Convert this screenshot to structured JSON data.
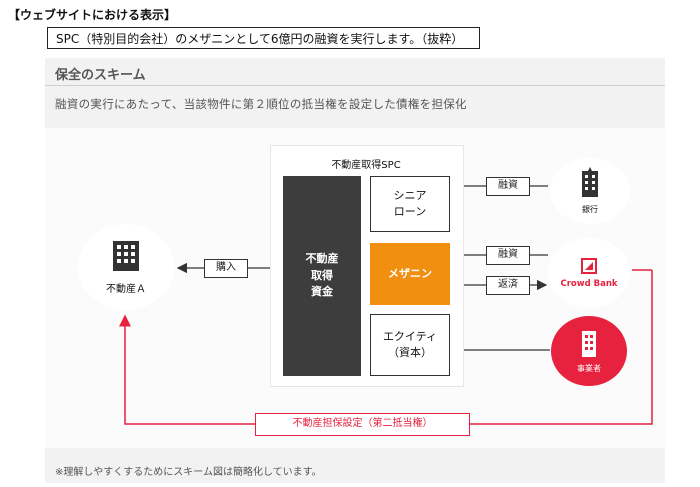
{
  "page": {
    "heading": "【ウェブサイトにおける表示】",
    "caption": "SPC（特別目的会社）のメザニンとして6億円の融資を実行します。（抜粋）"
  },
  "scheme": {
    "title": "保全のスキーム",
    "subtitle": "融資の実行にあたって、当該物件に第２順位の抵当権を設定した債権を担保化",
    "footnote": "※理解しやすくするためにスキーム図は簡略化しています。"
  },
  "spc": {
    "title": "不動産取得SPC",
    "fund_label": "不動産\n取得\n資金",
    "senior_label": "シニア\nローン",
    "mezzanine_label": "メザニン",
    "equity_label": "エクイティ\n（資本）"
  },
  "parties": {
    "property": "不動産Ａ",
    "bank": "銀行",
    "crowd_bank": "Crowd Bank",
    "operator": "事業者"
  },
  "flows": {
    "purchase": "購入",
    "loan_bank": "融資",
    "loan_cb": "融資",
    "repay": "返済",
    "pledge": "不動産担保設定（第二抵当権）"
  },
  "colors": {
    "accent_red": "#e6223f",
    "mezzanine_orange": "#f08f10",
    "fund_dark": "#3d3d3d"
  },
  "icons": {
    "property": "building-icon",
    "bank": "bank-building-icon",
    "crowd_bank": "crowd-bank-logo-icon",
    "operator": "office-building-icon"
  }
}
